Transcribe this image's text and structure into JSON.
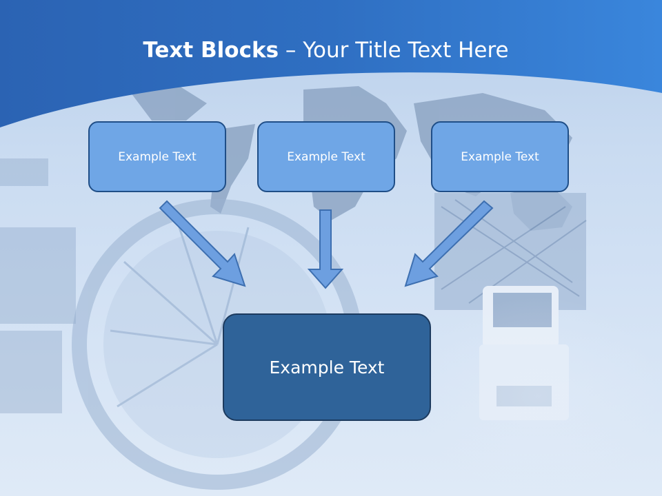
{
  "title": {
    "bold": "Text Blocks",
    "separator": " – ",
    "rest": "Your Title Text Here"
  },
  "boxes": {
    "top_left": "Example Text",
    "top_center": "Example Text",
    "top_right": "Example Text",
    "center": "Example Text"
  },
  "colors": {
    "header_blue": "#2f6fc2",
    "box_fill": "#6fa6e6",
    "center_box_fill": "#2f6399",
    "arrow_fill": "#6d9fe0"
  }
}
